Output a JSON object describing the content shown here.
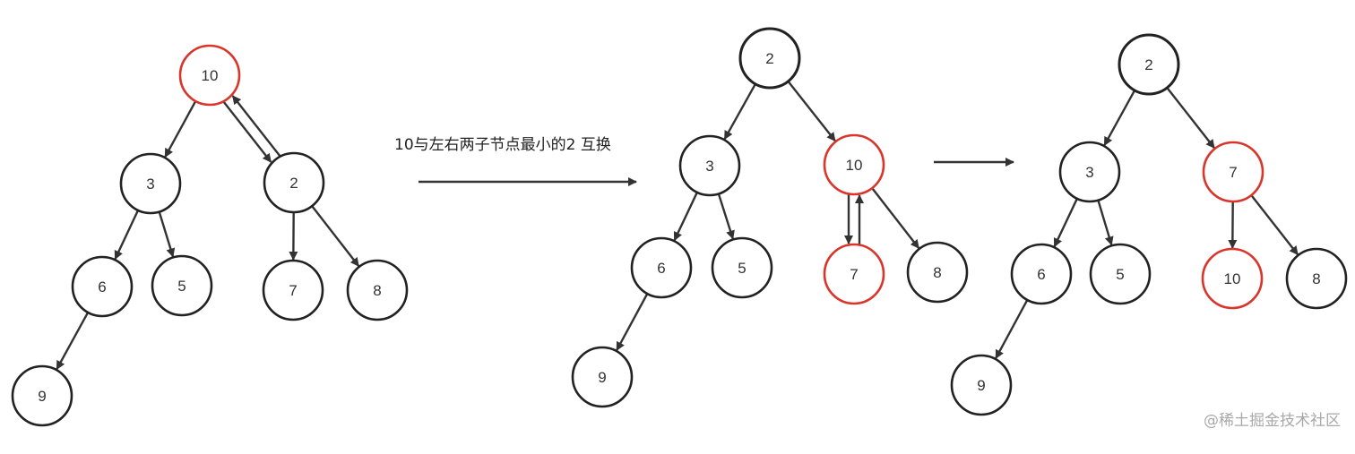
{
  "caption": "10与左右两子节点最小的2 互换",
  "watermark": "@稀土掘金技术社区",
  "colors": {
    "node_stroke": "#222222",
    "highlight_stroke": "#d9352b",
    "edge": "#333333",
    "label": "#333333"
  },
  "trees": [
    {
      "name": "tree-before",
      "nodes": [
        {
          "id": "n10",
          "label": "10",
          "highlight": true
        },
        {
          "id": "n3",
          "label": "3",
          "highlight": false
        },
        {
          "id": "n2",
          "label": "2",
          "highlight": false
        },
        {
          "id": "n6",
          "label": "6",
          "highlight": false
        },
        {
          "id": "n5",
          "label": "5",
          "highlight": false
        },
        {
          "id": "n7",
          "label": "7",
          "highlight": false
        },
        {
          "id": "n8",
          "label": "8",
          "highlight": false
        },
        {
          "id": "n9",
          "label": "9",
          "highlight": false
        }
      ],
      "edges": [
        {
          "from": "n10",
          "to": "n3"
        },
        {
          "from": "n10",
          "to": "n2"
        },
        {
          "from": "n2",
          "to": "n10",
          "swap": true
        },
        {
          "from": "n3",
          "to": "n6"
        },
        {
          "from": "n3",
          "to": "n5"
        },
        {
          "from": "n2",
          "to": "n7"
        },
        {
          "from": "n2",
          "to": "n8"
        },
        {
          "from": "n6",
          "to": "n9"
        }
      ]
    },
    {
      "name": "tree-after-first-swap",
      "nodes": [
        {
          "id": "n2",
          "label": "2",
          "highlight": false,
          "bold": true
        },
        {
          "id": "n3",
          "label": "3",
          "highlight": false
        },
        {
          "id": "n10",
          "label": "10",
          "highlight": true
        },
        {
          "id": "n6",
          "label": "6",
          "highlight": false
        },
        {
          "id": "n5",
          "label": "5",
          "highlight": false
        },
        {
          "id": "n7",
          "label": "7",
          "highlight": true
        },
        {
          "id": "n8",
          "label": "8",
          "highlight": false
        },
        {
          "id": "n9",
          "label": "9",
          "highlight": false
        }
      ],
      "edges": [
        {
          "from": "n2",
          "to": "n3"
        },
        {
          "from": "n2",
          "to": "n10"
        },
        {
          "from": "n3",
          "to": "n6"
        },
        {
          "from": "n3",
          "to": "n5"
        },
        {
          "from": "n10",
          "to": "n7"
        },
        {
          "from": "n7",
          "to": "n10",
          "swap": true
        },
        {
          "from": "n10",
          "to": "n8"
        },
        {
          "from": "n6",
          "to": "n9"
        }
      ]
    },
    {
      "name": "tree-final",
      "nodes": [
        {
          "id": "n2",
          "label": "2",
          "highlight": false,
          "bold": true
        },
        {
          "id": "n3",
          "label": "3",
          "highlight": false
        },
        {
          "id": "n7",
          "label": "7",
          "highlight": true
        },
        {
          "id": "n6",
          "label": "6",
          "highlight": false
        },
        {
          "id": "n5",
          "label": "5",
          "highlight": false
        },
        {
          "id": "n10",
          "label": "10",
          "highlight": true
        },
        {
          "id": "n8",
          "label": "8",
          "highlight": false
        },
        {
          "id": "n9",
          "label": "9",
          "highlight": false
        }
      ],
      "edges": [
        {
          "from": "n2",
          "to": "n3"
        },
        {
          "from": "n2",
          "to": "n7"
        },
        {
          "from": "n3",
          "to": "n6"
        },
        {
          "from": "n3",
          "to": "n5"
        },
        {
          "from": "n7",
          "to": "n10"
        },
        {
          "from": "n7",
          "to": "n8"
        },
        {
          "from": "n6",
          "to": "n9"
        }
      ]
    }
  ]
}
